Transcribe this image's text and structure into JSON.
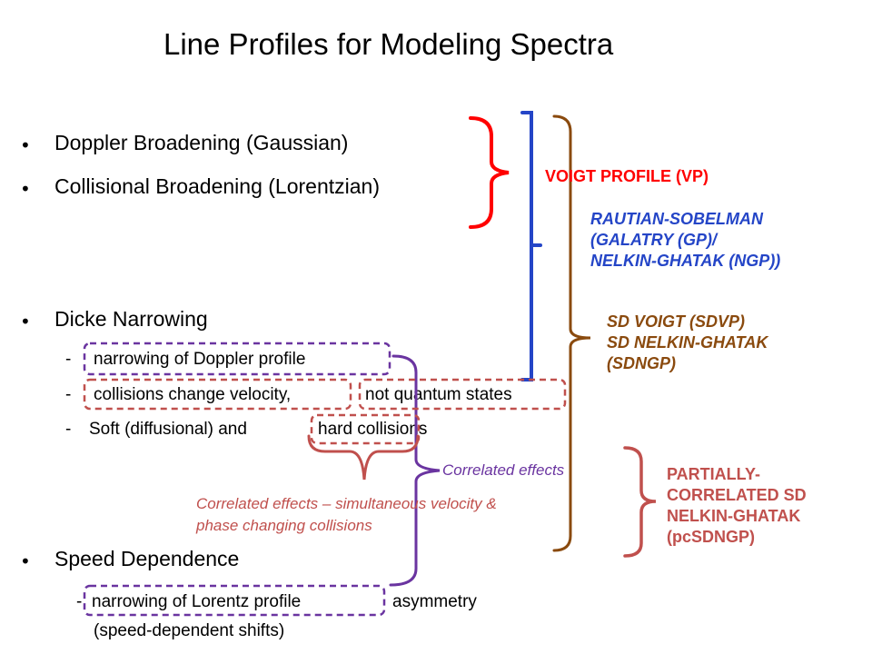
{
  "title": "Line Profiles for Modeling Spectra",
  "bullets": {
    "doppler": "Doppler Broadening (Gaussian)",
    "collisional": "Collisional Broadening (Lorentzian)",
    "dicke": "Dicke Narrowing",
    "speed": "Speed Dependence"
  },
  "dicke_items": {
    "dash": "-",
    "narrowing_doppler": "narrowing of Doppler profile",
    "collisions_change": "collisions change velocity,",
    "not_quantum": "not quantum states",
    "soft_prefix": "Soft (diffusional) and",
    "hard": "hard collisions"
  },
  "speed_items": {
    "dash": "-",
    "narrowing_lorentz": "narrowing of Lorentz profile",
    "asymmetry": "asymmetry",
    "shifts": "(speed-dependent shifts)"
  },
  "labels": {
    "voigt": "VOIGT PROFILE (VP)",
    "rautian": [
      "RAUTIAN-SOBELMAN",
      "(GALATRY (GP)/",
      "NELKIN-GHATAK (NGP))"
    ],
    "sd": [
      "SD VOIGT (SDVP)",
      "SD NELKIN-GHATAK",
      "(SDNGP)"
    ],
    "partial": [
      "PARTIALLY-",
      "CORRELATED SD",
      "NELKIN-GHATAK",
      "(pcSDNGP)"
    ]
  },
  "notes": {
    "correlated_effects": "Correlated effects",
    "correlated_long": [
      "Correlated effects – simultaneous velocity &",
      "phase changing collisions"
    ]
  },
  "colors": {
    "red": "#ff0000",
    "blue": "#2445c7",
    "brown": "#8a4a0e",
    "pink": "#c0504d",
    "purple": "#6a34a0"
  }
}
